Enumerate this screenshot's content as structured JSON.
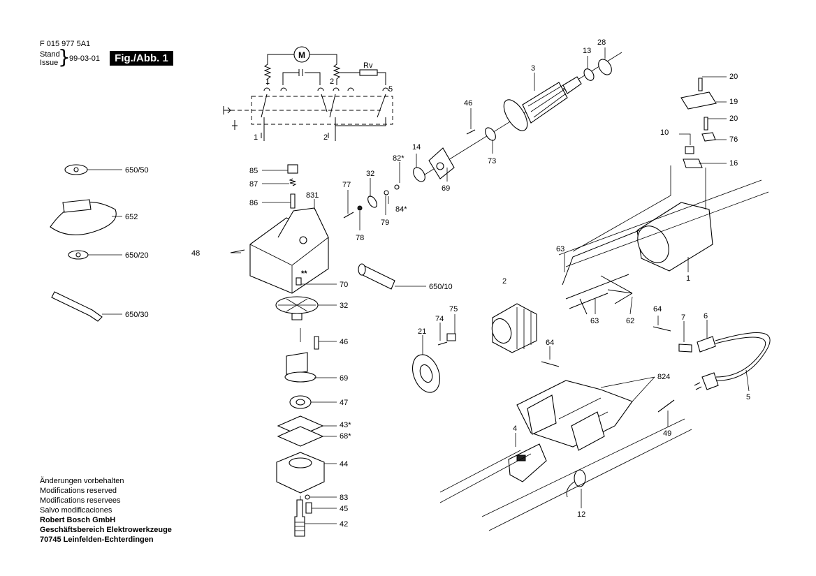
{
  "header": {
    "part_number": "F 015 977 5A1",
    "stand_label": "Stand",
    "issue_label": "Issue",
    "date": "99-03-01",
    "figure_label": "Fig./Abb. 1"
  },
  "schematic": {
    "motor_symbol": "M",
    "resistor_label": "Rv",
    "terminals": [
      "1",
      "2",
      "5"
    ],
    "bottom_terminals": [
      "1",
      "2"
    ]
  },
  "footer": {
    "lines": [
      "Änderungen vorbehalten",
      "Modifications reserved",
      "Modifications reservees",
      "Salvo modificaciones"
    ],
    "company": [
      "Robert Bosch GmbH",
      "Geschäftsbereich Elektrowerkzeuge",
      "70745 Leinfelden-Echterdingen"
    ]
  },
  "callouts": {
    "c3": "3",
    "c13": "13",
    "c28": "28",
    "c20a": "20",
    "c19": "19",
    "c20b": "20",
    "c10": "10",
    "c76": "76",
    "c16": "16",
    "c46a": "46",
    "c14": "14",
    "c73": "73",
    "c69a": "69",
    "c82": "82*",
    "c32a": "32",
    "c84": "84*",
    "c79": "79",
    "c77": "77",
    "c78": "78",
    "c85": "85",
    "c87": "87",
    "c86": "86",
    "c831": "831",
    "c48": "48",
    "c70": "70",
    "c32b": "32",
    "c46b": "46",
    "c69b": "69",
    "c47": "47",
    "c43": "43*",
    "c68": "68*",
    "c44": "44",
    "c83": "83",
    "c45": "45",
    "c42": "42",
    "c650_50": "650/50",
    "c652": "652",
    "c650_20": "650/20",
    "c650_30": "650/30",
    "c650_10": "650/10",
    "c_star": "**",
    "c63a": "63",
    "c1": "1",
    "c2": "2",
    "c63b": "63",
    "c62": "62",
    "c75": "75",
    "c74": "74",
    "c21": "21",
    "c64a": "64",
    "c7": "7",
    "c6": "6",
    "c64b": "64",
    "c824": "824",
    "c5": "5",
    "c4": "4",
    "c49": "49",
    "c12": "12"
  }
}
